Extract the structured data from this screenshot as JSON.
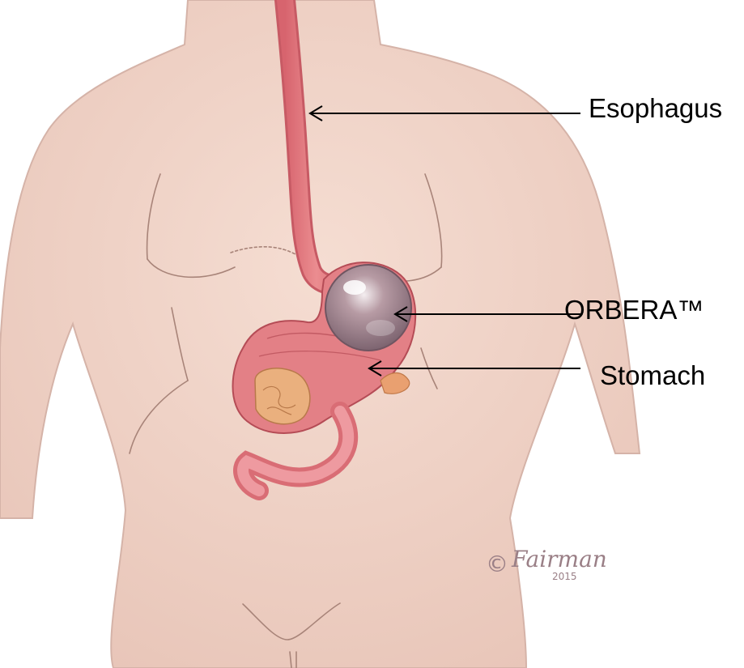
{
  "labels": {
    "esophagus": "Esophagus",
    "orbera": "ORBERA™",
    "stomach": "Stomach"
  },
  "signature": {
    "copyright_symbol": "©",
    "name": "Fairman",
    "year": "2015"
  },
  "colors": {
    "skin": "#f2d7cc",
    "skin_outline": "#b99990",
    "organ": "#e07a7f",
    "organ_dark": "#c85d66",
    "balloon": "#a48a92",
    "intestine": "#e9a070"
  }
}
